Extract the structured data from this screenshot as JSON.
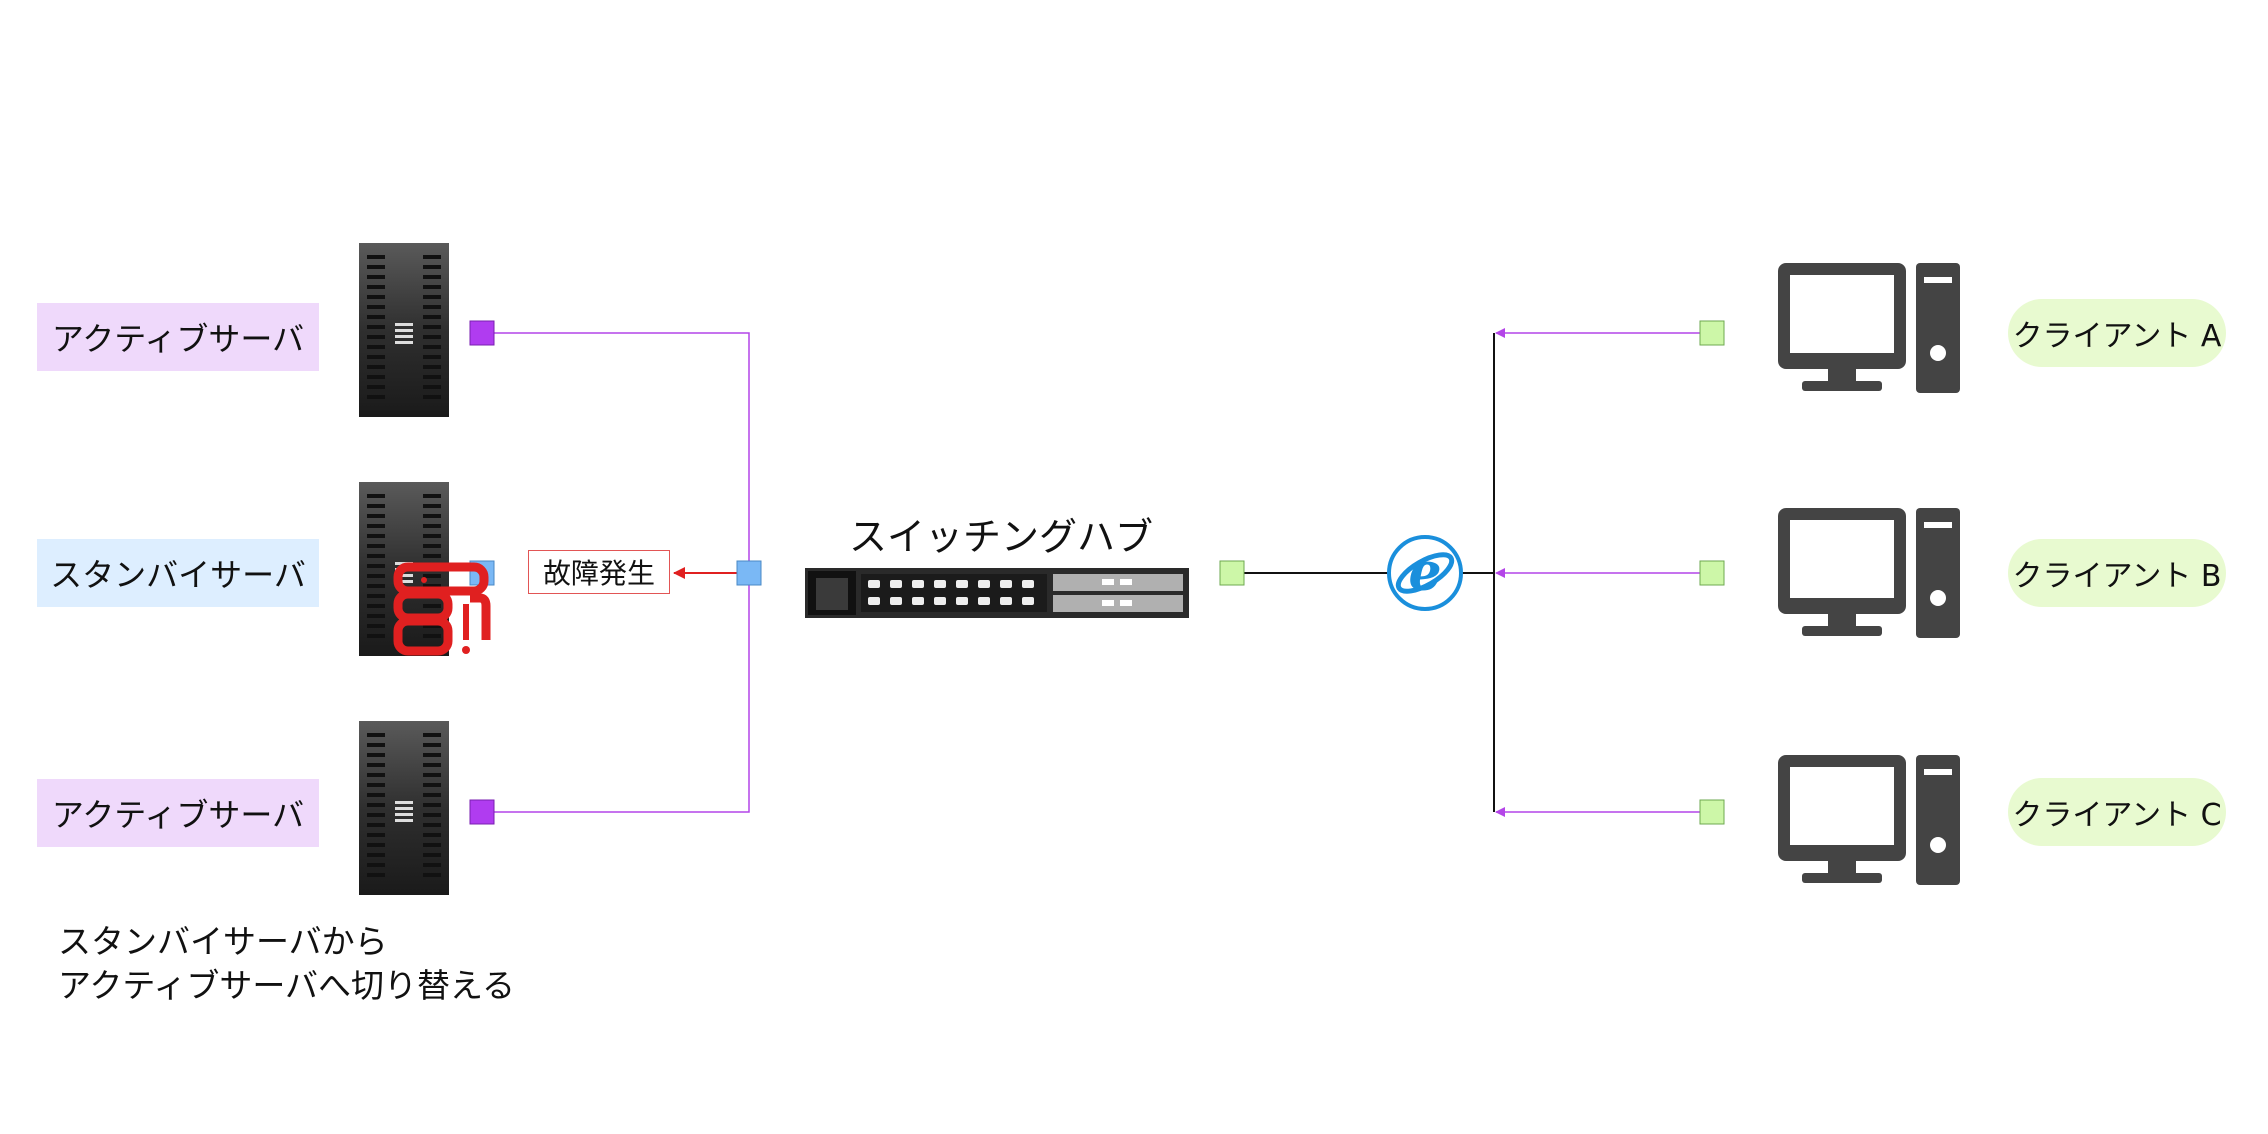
{
  "servers": [
    {
      "label": "アクティブサーバ",
      "status": "active",
      "label_bg": "#efd9fb",
      "port_color": "#b03cf0"
    },
    {
      "label": "スタンバイサーバ",
      "status": "standby",
      "label_bg": "#ddeeff",
      "port_color": "#7ab8f5"
    },
    {
      "label": "アクティブサーバ",
      "status": "active",
      "label_bg": "#efd9fb",
      "port_color": "#b03cf0"
    }
  ],
  "hub": {
    "label": "スイッチングハブ"
  },
  "fault": {
    "label": "故障発生",
    "color": "#e02020"
  },
  "clients": [
    {
      "label": "クライアント A"
    },
    {
      "label": "クライアント B"
    },
    {
      "label": "クライアント C"
    }
  ],
  "note": {
    "line1": "スタンバイサーバから",
    "line2": "アクティブサーバへ切り替える"
  },
  "colors": {
    "link": "#b445e8",
    "client_port": "#cdf7a8",
    "standby_port": "#7ab8f5",
    "ie_icon": "#1a8fdc",
    "fault": "#e02020",
    "computer": "#444444"
  },
  "icons": {
    "server": "server-tower-icon",
    "hub": "network-switch-icon",
    "client": "desktop-computer-icon",
    "internet": "internet-explorer-icon",
    "fault": "broken-server-icon"
  }
}
